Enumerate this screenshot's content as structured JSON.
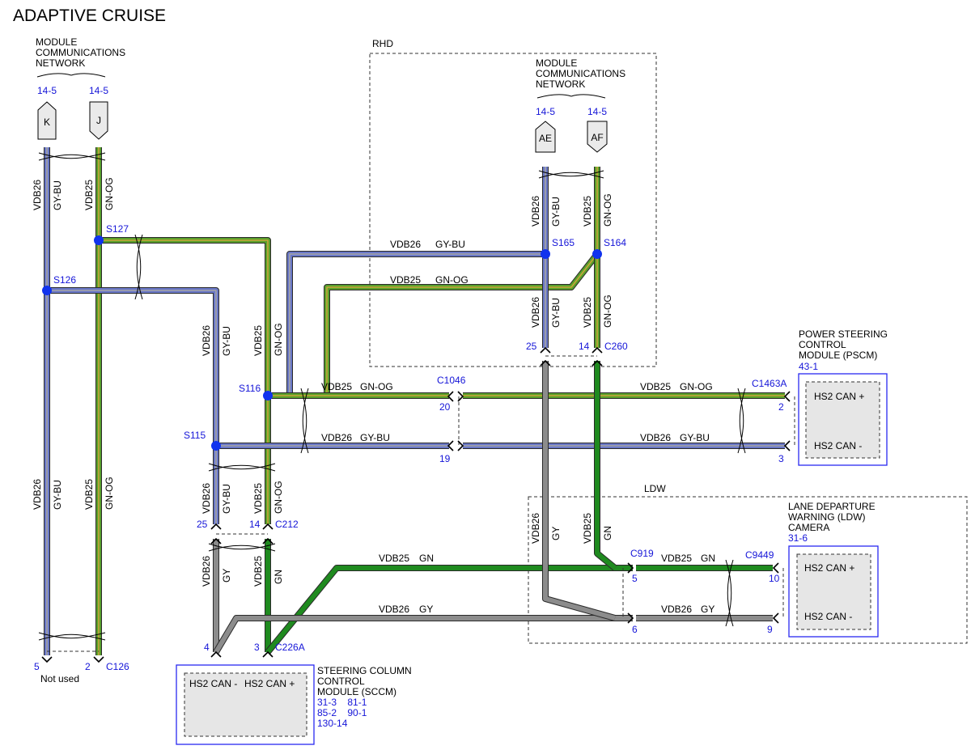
{
  "title": "ADAPTIVE CRUISE",
  "colors": {
    "gy_bu": "#6a78c8",
    "gn_og": "#5aa02c",
    "gn": "#1f8a1f",
    "gy": "#8c8c8c",
    "ref": "#1515d8",
    "splice": "#1133ee"
  },
  "mcn_left": {
    "label": [
      "MODULE",
      "COMMUNICATIONS",
      "NETWORK"
    ],
    "ref_k": "14-5",
    "ref_j": "14-5",
    "conn_k": "K",
    "conn_j": "J"
  },
  "mcn_right": {
    "label": [
      "MODULE",
      "COMMUNICATIONS",
      "NETWORK"
    ],
    "ref_ae": "14-5",
    "ref_af": "14-5",
    "conn_ae": "AE",
    "conn_af": "AF"
  },
  "regions": {
    "rhd": "RHD",
    "ldw": "LDW"
  },
  "circuits": {
    "vdb26": "VDB26",
    "vdb25": "VDB25",
    "gy_bu": "GY-BU",
    "gn_og": "GN-OG",
    "gn": "GN",
    "gy": "GY"
  },
  "splices": {
    "s126": "S126",
    "s127": "S127",
    "s116": "S116",
    "s115": "S115",
    "s165": "S165",
    "s164": "S164"
  },
  "connectors": {
    "c126": "C126",
    "c126_pin_a": "5",
    "c126_pin_b": "2",
    "not_used": "Not used",
    "c212": "C212",
    "c212_pin_a": "25",
    "c212_pin_b": "14",
    "c226a": "C226A",
    "c226a_pin_a": "4",
    "c226a_pin_b": "3",
    "c260": "C260",
    "c260_pin_a": "25",
    "c260_pin_b": "14",
    "c1046": "C1046",
    "c1046_pin_a": "20",
    "c1046_pin_b": "19",
    "c1463a": "C1463A",
    "c1463a_pin_a": "2",
    "c1463a_pin_b": "3",
    "c919": "C919",
    "c919_pin_a": "5",
    "c919_pin_b": "6",
    "c9449": "C9449",
    "c9449_pin_a": "10",
    "c9449_pin_b": "9"
  },
  "pscm": {
    "label": [
      "POWER STEERING",
      "CONTROL",
      "MODULE (PSCM)"
    ],
    "ref": "43-1",
    "pin_plus": "HS2 CAN +",
    "pin_minus": "HS2 CAN -"
  },
  "ldw_camera": {
    "label": [
      "LANE DEPARTURE",
      "WARNING (LDW)",
      "CAMERA"
    ],
    "ref": "31-6",
    "pin_plus": "HS2 CAN +",
    "pin_minus": "HS2 CAN -"
  },
  "sccm": {
    "label": [
      "STEERING COLUMN",
      "CONTROL",
      "MODULE (SCCM)"
    ],
    "refs": [
      "31-3    81-1",
      "85-2    90-1",
      "130-14"
    ],
    "pin_minus": "HS2 CAN -",
    "pin_plus": "HS2 CAN +"
  }
}
